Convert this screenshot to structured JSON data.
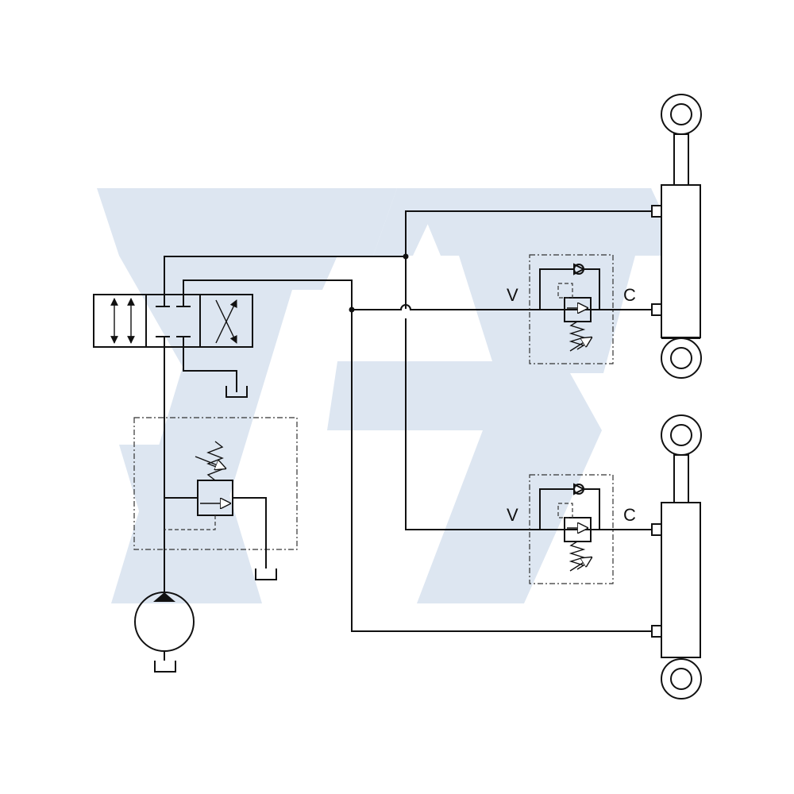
{
  "colors": {
    "watermark": "#dde6f1",
    "line": "#111111",
    "background": "#ffffff"
  },
  "valves": [
    {
      "port_v": "V",
      "port_c": "C"
    },
    {
      "port_v": "V",
      "port_c": "C"
    }
  ],
  "icons": [
    "watermark-logo",
    "directional-control-valve",
    "pressure-relief-valve",
    "hydraulic-pump",
    "tank-symbol",
    "overcenter-valve",
    "hydraulic-cylinder"
  ]
}
